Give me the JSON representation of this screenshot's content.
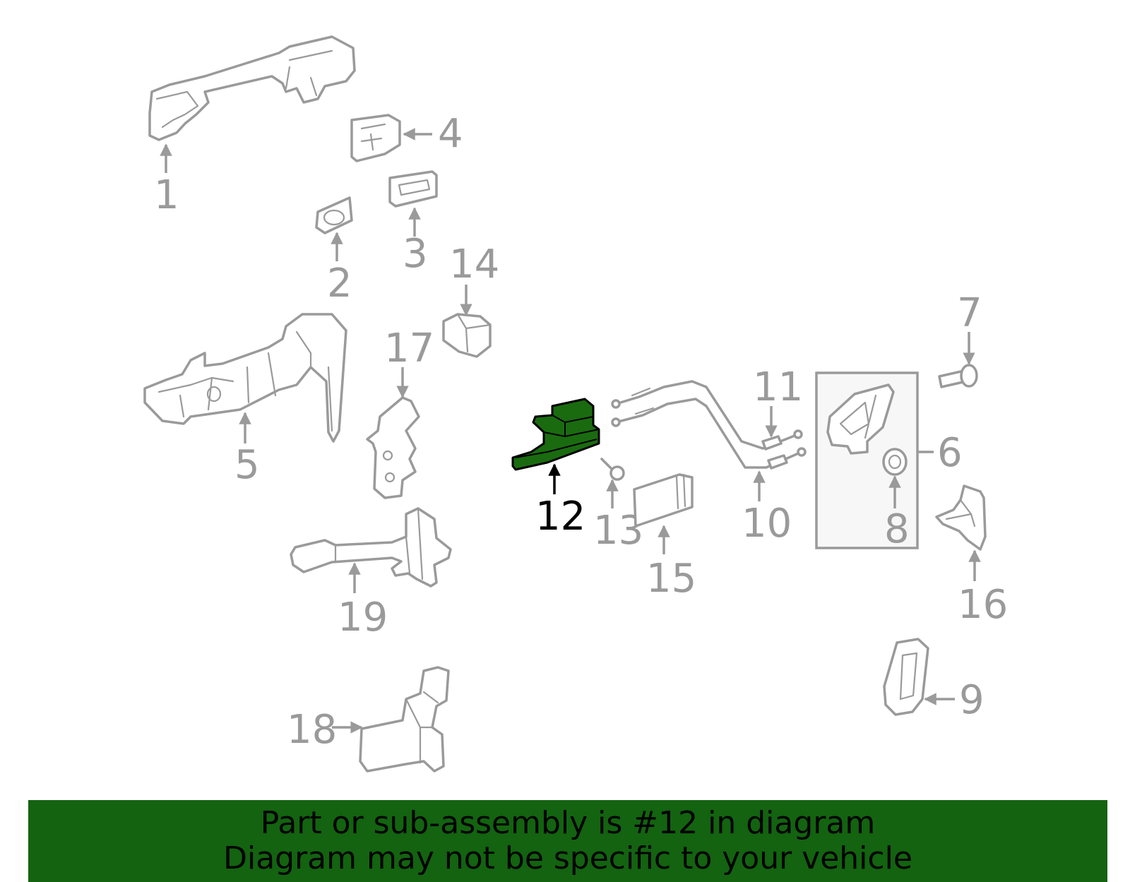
{
  "colors": {
    "highlight": "#1a6b10",
    "banner": "#136310",
    "part_stroke": "#9a9a9a",
    "text": "#000000"
  },
  "callouts": {
    "c1": "1",
    "c2": "2",
    "c3": "3",
    "c4": "4",
    "c5": "5",
    "c6": "6",
    "c7": "7",
    "c8": "8",
    "c9": "9",
    "c10": "10",
    "c11": "11",
    "c12": "12",
    "c13": "13",
    "c14": "14",
    "c15": "15",
    "c16": "16",
    "c17": "17",
    "c18": "18",
    "c19": "19"
  },
  "highlighted_part": "12",
  "banner": {
    "line1": "Part or sub-assembly is #12 in diagram",
    "line2": "Diagram may not be specific to your vehicle"
  }
}
